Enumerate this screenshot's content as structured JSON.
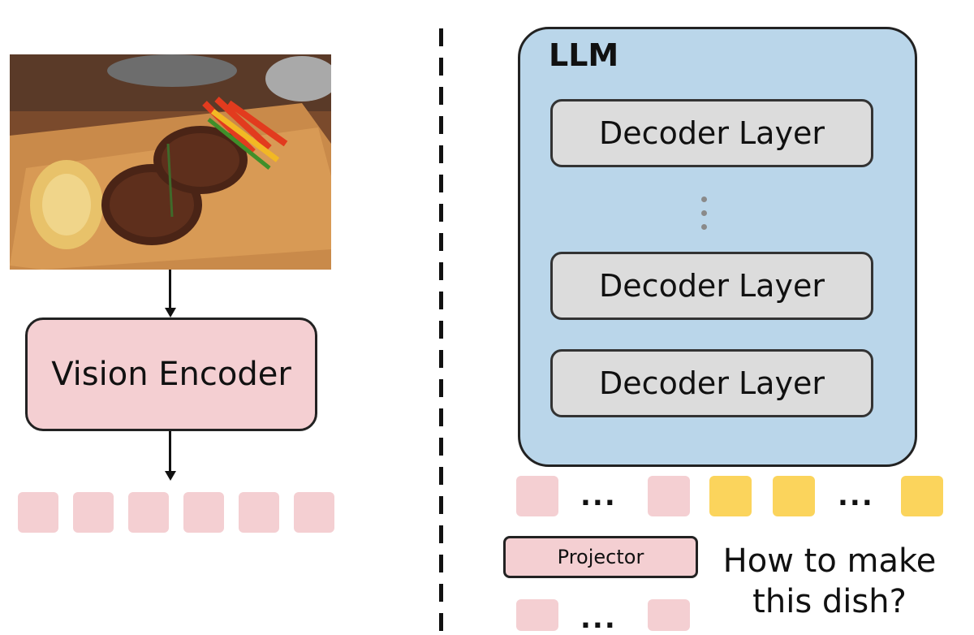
{
  "left_panel": {
    "vision_encoder_label": "Vision Encoder"
  },
  "llm": {
    "title": "LLM",
    "decoder_layers": [
      "Decoder Layer",
      "Decoder Layer",
      "Decoder Layer"
    ]
  },
  "tokens": {
    "ellipsis": "..."
  },
  "projector_label": "Projector",
  "question_line1": "How to make",
  "question_line2": "this dish?",
  "colors": {
    "vision_token": "#f4cfd2",
    "text_token": "#fbd45c",
    "llm_fill": "#bad6ea",
    "decoder_fill": "#dcdcdc"
  },
  "icons": [
    "food-photo",
    "down-arrow-icon",
    "vertical-ellipsis-icon"
  ]
}
